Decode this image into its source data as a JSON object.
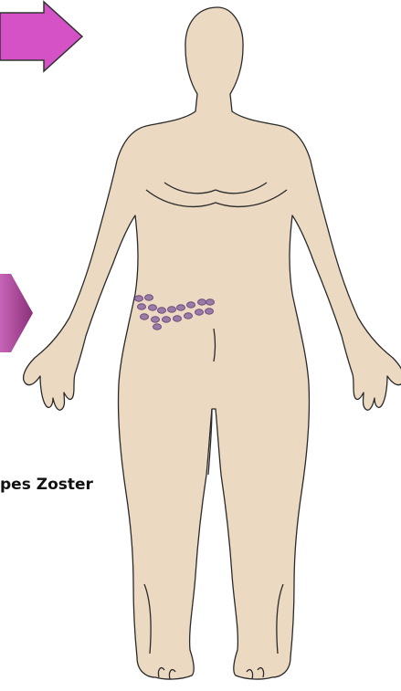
{
  "caption": "pes Zoster",
  "colors": {
    "skin": "#ebd9c2",
    "outline": "#2a2a2a",
    "arrow_top": "#d64fc8",
    "arrow_side": "#9a3a8a",
    "lesion": "#9a7aa6",
    "lesion_outline": "#6d4c7d"
  },
  "icons": [
    "right-arrow-icon",
    "partial-arrow-icon",
    "human-body-figure",
    "shingles-rash"
  ]
}
